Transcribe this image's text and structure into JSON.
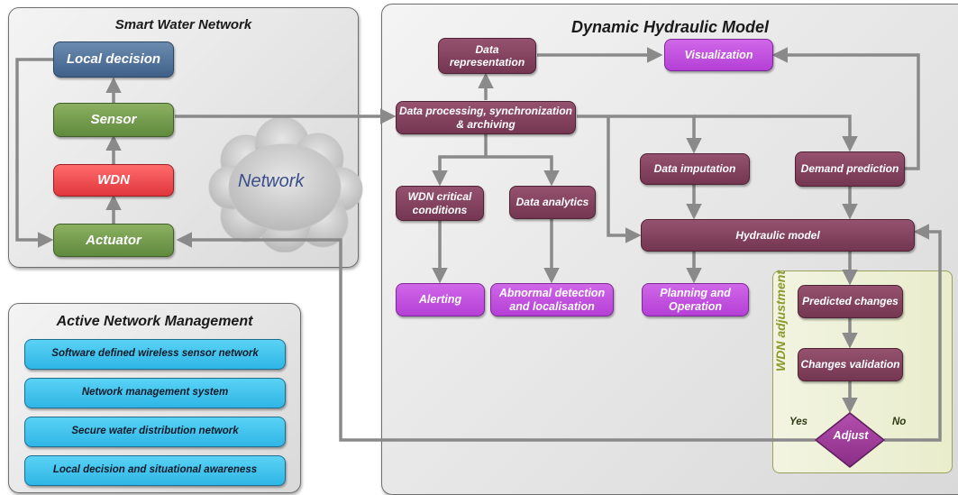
{
  "panels": {
    "smart_water_network": "Smart Water Network",
    "dynamic_hydraulic_model": "Dynamic Hydraulic Model",
    "active_network_management": "Active Network Management",
    "wdn_adjustment": "WDN adjustment"
  },
  "cloud_label": "Network",
  "smart_water_nodes": {
    "local_decision": "Local decision",
    "sensor": "Sensor",
    "wdn": "WDN",
    "actuator": "Actuator"
  },
  "active_management_items": [
    "Software defined wireless sensor network",
    "Network management system",
    "Secure water distribution network",
    "Local decision and situational awareness"
  ],
  "model_nodes": {
    "data_representation": "Data representation",
    "visualization": "Visualization",
    "data_processing": "Data processing, synchronization & archiving",
    "data_imputation": "Data imputation",
    "demand_prediction": "Demand prediction",
    "wdn_critical": "WDN critical conditions",
    "data_analytics": "Data analytics",
    "hydraulic_model": "Hydraulic model",
    "alerting": "Alerting",
    "abnormal_detection": "Abnormal detection and localisation",
    "planning": "Planning and Operation",
    "predicted_changes": "Predicted changes",
    "changes_validation": "Changes validation",
    "adjust": "Adjust"
  },
  "edge_labels": {
    "yes": "Yes",
    "no": "No"
  },
  "colors": {
    "sensor_actuator": "#6f9a4b",
    "wdn": "#f0494f",
    "local_decision": "#4f729b",
    "process": "#834260",
    "output": "#c04fe0",
    "management": "#3cc4ef",
    "arrow": "#8a8a8a",
    "adjustment_panel": "#edf0d2"
  }
}
